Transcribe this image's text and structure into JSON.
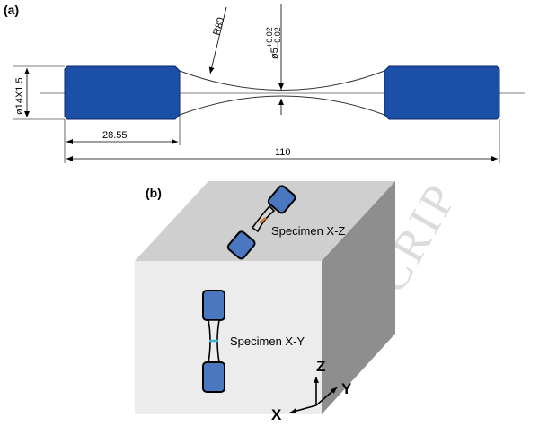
{
  "panel_a": {
    "label": "(a)",
    "dims": {
      "radius": "R80",
      "neck_diameter": "ø5",
      "neck_tol_upper": "+0.02",
      "neck_tol_lower": "−0.02",
      "grip_diameter": "ø14X1.5",
      "grip_length": "28.55",
      "total_length": "110"
    }
  },
  "panel_b": {
    "label": "(b)",
    "specimen_xz": "Specimen X-Z",
    "specimen_xy": "Specimen X-Y",
    "axes": {
      "z": "Z",
      "y": "Y",
      "x": "X"
    }
  },
  "watermark": "CRIP",
  "colors": {
    "grip_blue": "#1c4fa8",
    "specimen_blue": "#4a78c0",
    "top_face": "#cfcfcf",
    "front_face": "#ececec",
    "right_face": "#8e8e8e",
    "mark_orange": "#e07a20",
    "mark_cyan": "#3ab0e0"
  }
}
